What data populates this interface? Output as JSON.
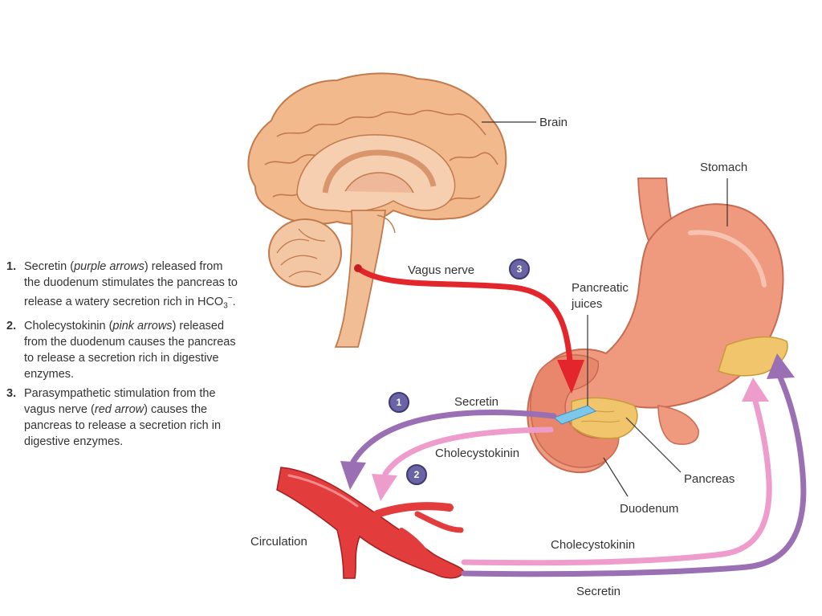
{
  "labels": {
    "brain": "Brain",
    "stomach": "Stomach",
    "vagus_nerve": "Vagus nerve",
    "pancreatic_juices_line1": "Pancreatic",
    "pancreatic_juices_line2": "juices",
    "secretin_top": "Secretin",
    "cholecystokinin_top": "Cholecystokinin",
    "pancreas": "Pancreas",
    "duodenum": "Duodenum",
    "circulation": "Circulation",
    "cholecystokinin_bottom": "Cholecystokinin",
    "secretin_bottom": "Secretin"
  },
  "badges": {
    "one": "1",
    "two": "2",
    "three": "3"
  },
  "steps": [
    {
      "num": "1.",
      "pre": "Secretin (",
      "em": "purple arrows",
      "post": ") released from the duodenum stimulates the pancreas to release a watery secretion rich in HCO",
      "sub": "3",
      "sup": "−",
      "tail": "."
    },
    {
      "num": "2.",
      "pre": "Cholecystokinin (",
      "em": "pink arrows",
      "post": ") released from the duodenum causes the pancreas to release a secretion rich in digestive enzymes."
    },
    {
      "num": "3.",
      "pre": "Parasympathetic stimulation from the vagus nerve (",
      "em": "red arrow",
      "post": ") causes the pancreas to release a secretion rich in digestive enzymes."
    }
  ],
  "colors": {
    "brain_outer": "#f2b98c",
    "brain_inner": "#f6cfb0",
    "stomach": "#ef9a7f",
    "pancreas": "#f1c56b",
    "vagus_arrow": "#e3262b",
    "secretin_arrow": "#9b6fb4",
    "cck_arrow": "#ee9ccb",
    "artery": "#e23c3c",
    "badge": "#6a63a5"
  }
}
